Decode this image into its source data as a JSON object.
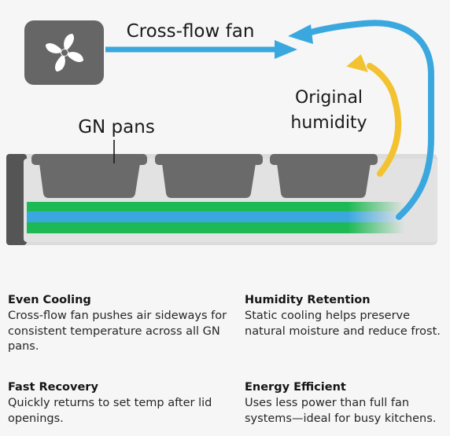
{
  "diagram": {
    "fan_label": "Cross-flow fan",
    "pans_label": "GN pans",
    "humidity_label_line1": "Original",
    "humidity_label_line2": "humidity",
    "fan_icon": "fan-icon",
    "colors": {
      "airflow_blue": "#3aa8df",
      "humidity_yellow": "#f2c230",
      "cool_green": "#1db954",
      "pan_gray": "#6a6a6a",
      "fan_box": "#666666"
    }
  },
  "features": [
    {
      "title": "Even Cooling",
      "text": "Cross-flow fan pushes air sideways for consistent temperature across all GN pans."
    },
    {
      "title": "Humidity Retention",
      "text": "Static cooling helps preserve natural moisture and reduce frost."
    },
    {
      "title": "Fast Recovery",
      "text": "Quickly returns to set temp after lid openings."
    },
    {
      "title": "Energy Efficient",
      "text": "Uses less power than full fan systems—ideal for busy kitchens."
    }
  ]
}
